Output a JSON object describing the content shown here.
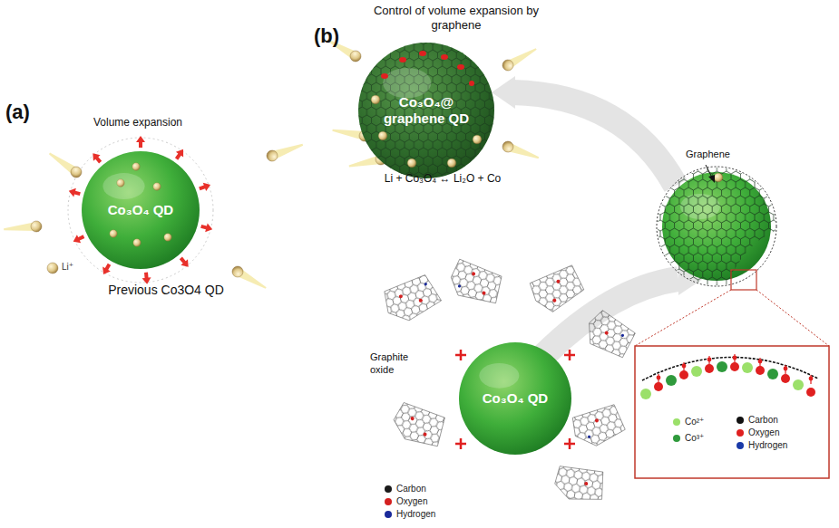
{
  "diagram": {
    "nodes": [
      {
        "text": [
          "Co₃O₄ QD"
        ]
      },
      {
        "text": [
          "Co₃O₄@ graphene QD"
        ]
      },
      {
        "text": [
          "Co₃O₄ QD"
        ]
      }
    ],
    "labels": [
      "(a)",
      "Volume expansion",
      "Li⁺",
      "Previous Co3O4 QD",
      "(b)",
      "Control of volume expansion by graphene",
      "Li + Co₃O₄ ↔ Li₂O + Co",
      "Graphene",
      "Graphite oxide"
    ],
    "legend": [
      {
        "text": "Carbon",
        "color": "#1a1a1a"
      },
      {
        "text": "Oxygen",
        "color": "#d42020"
      },
      {
        "text": "Hydrogen",
        "color": "#1a2a9a"
      },
      {
        "text": "Co²⁺",
        "color": "#9be06a"
      },
      {
        "text": "Co³⁺",
        "color": "#2f9a3c"
      },
      {
        "text": "Carbon",
        "color": "#111111"
      },
      {
        "text": "Oxygen",
        "color": "#e02020"
      },
      {
        "text": "Hydrogen",
        "color": "#1a3aa8"
      }
    ]
  }
}
